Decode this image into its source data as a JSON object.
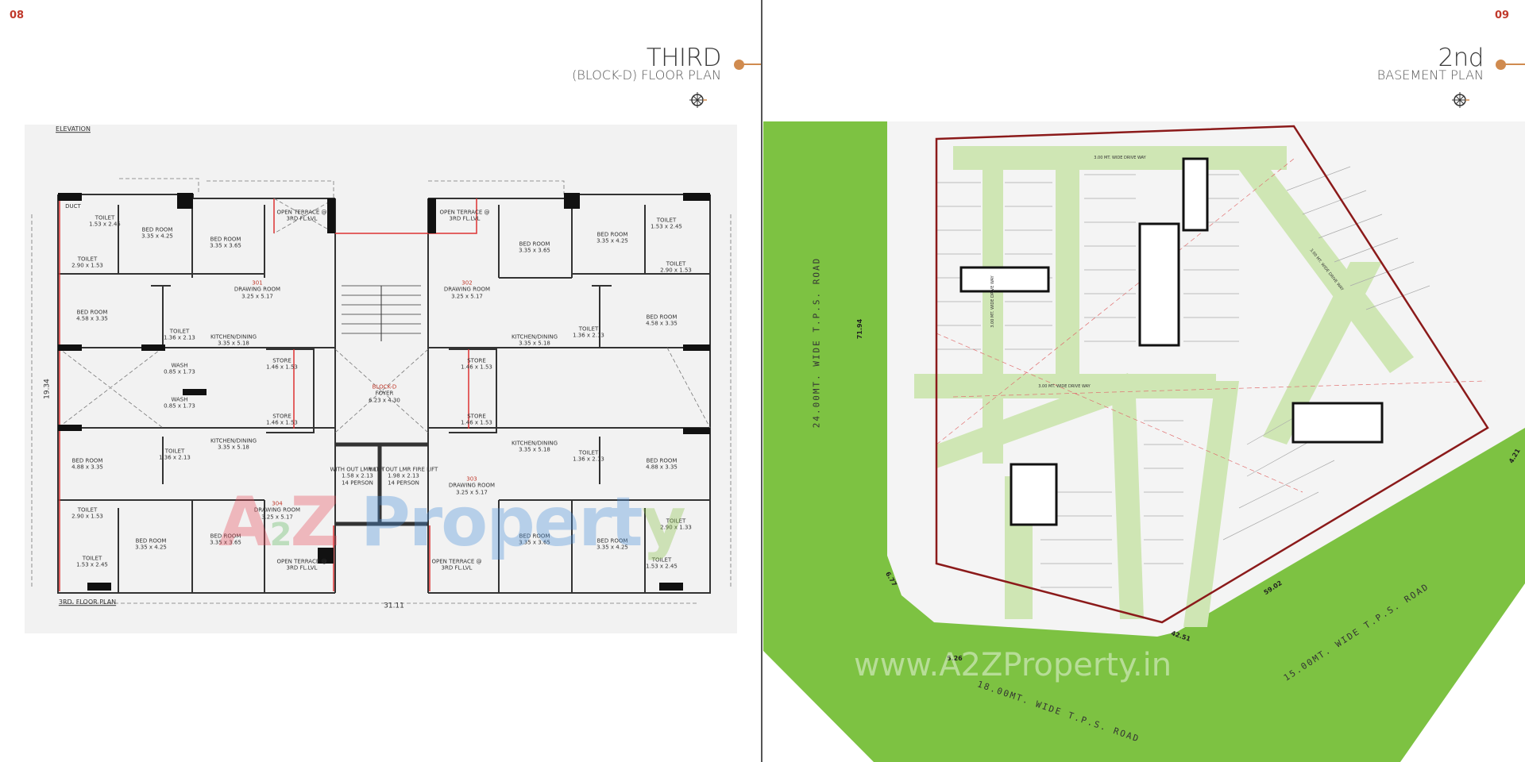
{
  "left_page": {
    "page_number": "08",
    "title": "THIRD",
    "subtitle": "(BLOCK-D) FLOOR PLAN",
    "compass_icon": "compass-icon",
    "plan": {
      "heading": "ELEVATION",
      "caption": "3RD. FLOOR PLAN",
      "overall_width": "31.11",
      "overall_depth": "19.34",
      "rooms": [
        {
          "name": "DUCT",
          "size": ""
        },
        {
          "name": "TOILET",
          "size": "1.53 x 2.45"
        },
        {
          "name": "BED ROOM",
          "size": "3.35 x 4.25"
        },
        {
          "name": "BED ROOM",
          "size": "3.35 x 3.65"
        },
        {
          "name": "TOILET",
          "size": "2.90 x 1.53"
        },
        {
          "name": "BED ROOM",
          "size": "4.58 x 3.35"
        },
        {
          "name": "TOILET",
          "size": "1.36 x 2.13"
        },
        {
          "name": "KITCHEN/DINING",
          "size": "3.35 x 5.18"
        },
        {
          "number": "301",
          "name": "DRAWING ROOM",
          "size": "3.25 x 5.17"
        },
        {
          "name": "OPEN TERRACE @",
          "size": "3RD FL.LVL"
        },
        {
          "number": "302",
          "name": "DRAWING ROOM",
          "size": "3.25 x 5.17"
        },
        {
          "name": "BED ROOM",
          "size": "3.35 x 3.65"
        },
        {
          "name": "BED ROOM",
          "size": "3.35 x 4.25"
        },
        {
          "name": "TOILET",
          "size": "1.53 x 2.45"
        },
        {
          "name": "TOILET",
          "size": "2.90 x 1.53"
        },
        {
          "name": "BED ROOM",
          "size": "4.58 x 3.35"
        },
        {
          "name": "TOILET",
          "size": "1.36 x 2.13"
        },
        {
          "name": "KITCHEN/DINING",
          "size": "3.35 x 5.18"
        },
        {
          "name": "OPEN TERRACE @",
          "size": "3RD FL.LVL"
        },
        {
          "name": "STORE",
          "size": "1.46 x 1.53"
        },
        {
          "name": "STORE",
          "size": "1.46 x 1.53"
        },
        {
          "number": "BLOCK-D",
          "name": "FOYER",
          "size": "6.23 x 4.30"
        },
        {
          "name": "STORE",
          "size": "1.46 x 1.53"
        },
        {
          "name": "STORE",
          "size": "1.46 x 1.53"
        },
        {
          "name": "WASH",
          "size": "0.85 x 1.73"
        },
        {
          "name": "WASH",
          "size": "0.85 x 1.73"
        },
        {
          "name": "TOILET",
          "size": "1.36 x 2.13"
        },
        {
          "name": "BED ROOM",
          "size": "4.88 x 3.35"
        },
        {
          "name": "KITCHEN/DINING",
          "size": "3.35 x 5.18"
        },
        {
          "number": "304",
          "name": "DRAWING ROOM",
          "size": "3.25 x 5.17"
        },
        {
          "name": "TOILET",
          "size": "2.90 x 1.53"
        },
        {
          "name": "BED ROOM",
          "size": "3.35 x 4.25"
        },
        {
          "name": "BED ROOM",
          "size": "3.35 x 3.65"
        },
        {
          "name": "TOILET",
          "size": "1.53 x 2.45"
        },
        {
          "name": "OPEN TERRACE @",
          "size": "3RD FL.LVL"
        },
        {
          "name": "WITH OUT LMR LIFT",
          "size": "1.58 x 2.13\n14 PERSON"
        },
        {
          "name": "WITH OUT LMR FIRE LIFT",
          "size": "1.98 x 2.13\n14 PERSON"
        },
        {
          "number": "303",
          "name": "DRAWING ROOM",
          "size": "3.25 x 5.17"
        },
        {
          "name": "KITCHEN/DINING",
          "size": "3.35 x 5.18"
        },
        {
          "name": "TOILET",
          "size": "1.36 x 2.13"
        },
        {
          "name": "BED ROOM",
          "size": "4.88 x 3.35"
        },
        {
          "name": "TOILET",
          "size": "2.90 x 1.33"
        },
        {
          "name": "BED ROOM",
          "size": "3.35 x 3.65"
        },
        {
          "name": "BED ROOM",
          "size": "3.35 x 4.25"
        },
        {
          "name": "TOILET",
          "size": "1.53 x 2.45"
        },
        {
          "name": "OPEN TERRACE @",
          "size": "3RD FL.LVL"
        }
      ]
    },
    "watermark": {
      "a": "A",
      "two": "2",
      "z": "Z",
      "rest": "Propert",
      "y": "y"
    }
  },
  "right_page": {
    "page_number": "09",
    "title": "2nd",
    "subtitle": "BASEMENT PLAN",
    "compass_icon": "compass-icon",
    "roads": {
      "west": "24.00MT. WIDE T.P.S. ROAD",
      "south": "18.00MT. WIDE T.P.S. ROAD",
      "southeast": "15.00MT. WIDE T.P.S. ROAD"
    },
    "dimensions": {
      "west": "71.94",
      "south": "42.51",
      "southeast": "59.02",
      "corner_east": "4.21",
      "corner_west": "6.77",
      "corner_south": "5.26"
    },
    "drive_way_label": "3.00 MT. WIDE DRIVE WAY",
    "watermark": "www.A2ZProperty.in"
  },
  "colors": {
    "page_number": "#c0392b",
    "accent_dot": "#d08b4f",
    "green": "#7dc242",
    "drive_way": "#cfe6b4",
    "boundary": "#8b1a1a"
  }
}
